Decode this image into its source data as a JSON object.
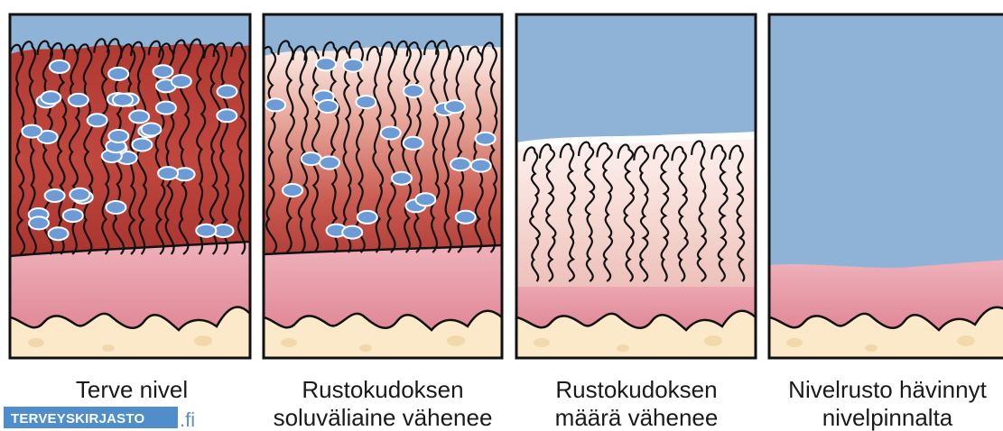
{
  "stages": [
    {
      "caption_lines": [
        "Terve nivel"
      ],
      "state": "healthy"
    },
    {
      "caption_lines": [
        "Rustokudoksen",
        "soluväliaine vähenee"
      ],
      "state": "matrix-decreasing"
    },
    {
      "caption_lines": [
        "Rustokudoksen",
        "määrä vähenee"
      ],
      "state": "cartilage-thinning"
    },
    {
      "caption_lines": [
        "Nivelrusto hävinnyt",
        "nivelpinnalta"
      ],
      "state": "cartilage-lost"
    }
  ],
  "logo": {
    "text": "TERVEYSKIRJASTO",
    "suffix": ".fi"
  },
  "colors": {
    "joint_space": "#8fb3d6",
    "cartilage_dark": "#b83a32",
    "cartilage_light": "#f7dcd6",
    "subchondral": "#e49aa6",
    "bone": "#fbe9c9",
    "chondrocyte": "#6c9bd6",
    "outline": "#111111",
    "logo_bg": "#4f8ecb"
  }
}
